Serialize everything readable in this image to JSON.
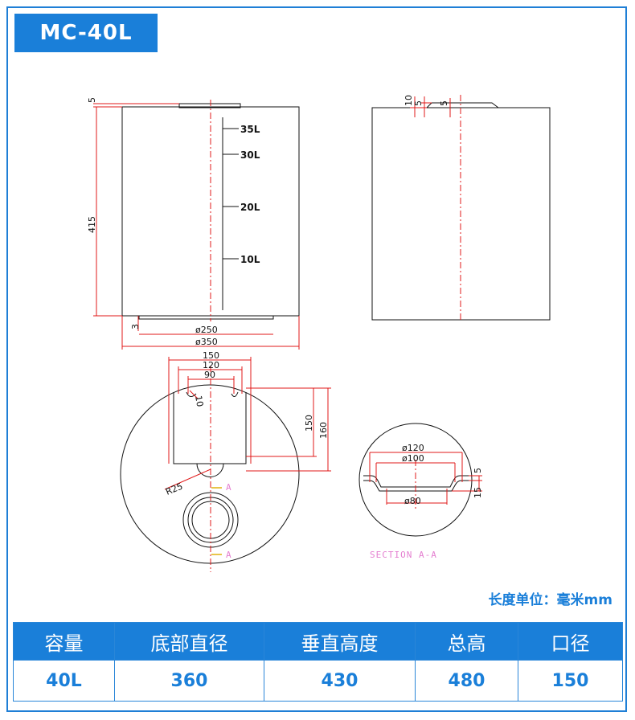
{
  "header": {
    "model": "MC-40L"
  },
  "drawing": {
    "front_view": {
      "top_dim": "5",
      "height_dim": "415",
      "bottom_dim": "3",
      "base_dia": "ø250",
      "body_dia": "ø350",
      "scale": [
        "35L",
        "30L",
        "20L",
        "10L"
      ]
    },
    "side_view": {
      "dims": [
        "10",
        "5",
        "5"
      ]
    },
    "top_view": {
      "w150": "150",
      "w120": "120",
      "w90": "90",
      "d10": "10",
      "h150": "150",
      "h160": "160",
      "radius": "R25",
      "section_mark_top": "A",
      "section_mark_bottom": "A"
    },
    "section": {
      "dia120": "ø120",
      "dia100": "ø100",
      "dia80": "ø80",
      "dim5": "5",
      "dim15": "15",
      "label": "SECTION A-A"
    }
  },
  "unit_note": "长度单位：毫米mm",
  "spec_table": {
    "headers": [
      "容量",
      "底部直径",
      "垂直高度",
      "总高",
      "口径"
    ],
    "values": [
      "40L",
      "360",
      "430",
      "480",
      "150"
    ]
  },
  "colors": {
    "accent": "#1a7fd9",
    "dimension": "#e01818",
    "section": "#e47fd0"
  }
}
